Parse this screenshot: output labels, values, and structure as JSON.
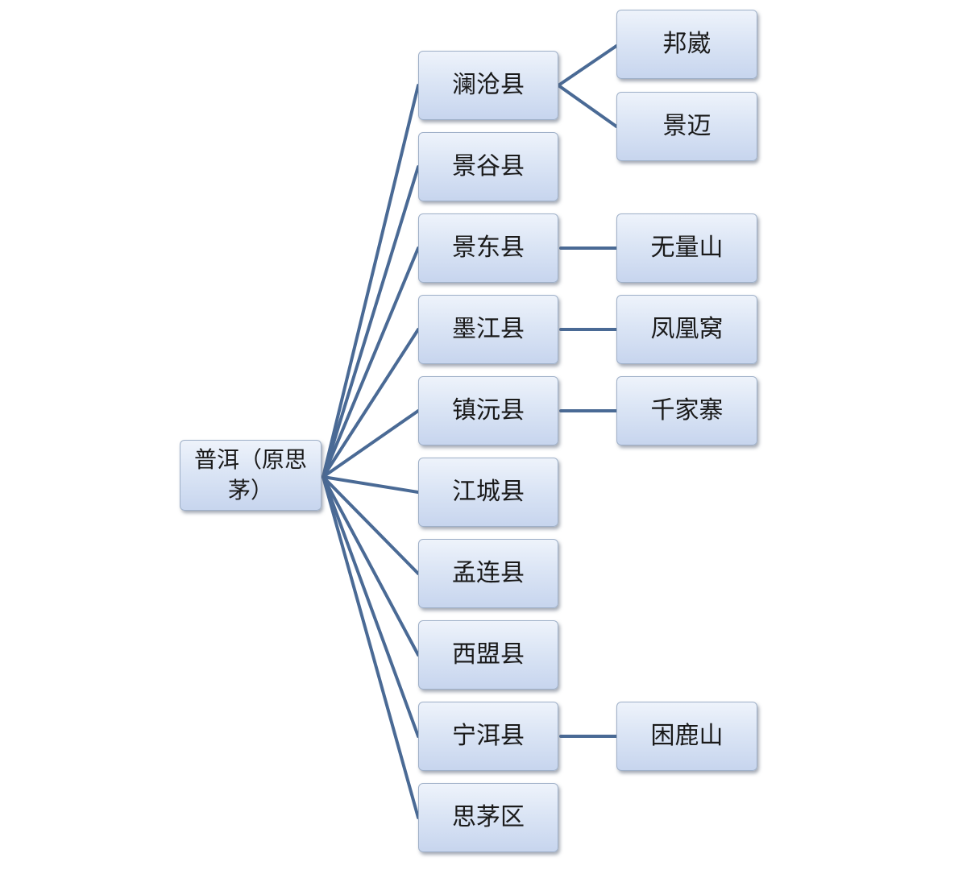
{
  "root": {
    "label": "普洱（原思茅）"
  },
  "counties": [
    {
      "label": "澜沧县",
      "children": [
        "邦崴",
        "景迈"
      ]
    },
    {
      "label": "景谷县",
      "children": []
    },
    {
      "label": "景东县",
      "children": [
        "无量山"
      ]
    },
    {
      "label": "墨江县",
      "children": [
        "凤凰窝"
      ]
    },
    {
      "label": "镇沅县",
      "children": [
        "千家寨"
      ]
    },
    {
      "label": "江城县",
      "children": []
    },
    {
      "label": "孟连县",
      "children": []
    },
    {
      "label": "西盟县",
      "children": []
    },
    {
      "label": "宁洱县",
      "children": [
        "困鹿山"
      ]
    },
    {
      "label": "思茅区",
      "children": []
    }
  ],
  "colors": {
    "link": "#4a6a95",
    "node_top": "#eef3fb",
    "node_bottom": "#c7d5ee",
    "node_border": "#9fb0c8"
  }
}
